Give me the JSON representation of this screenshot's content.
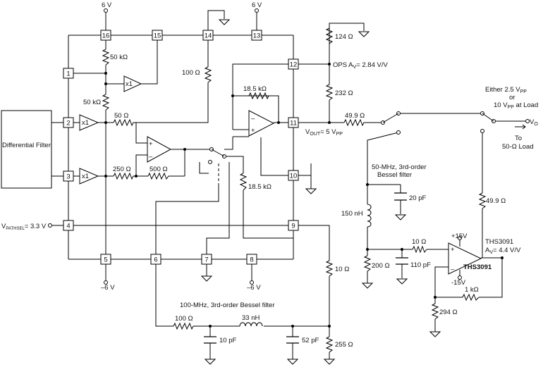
{
  "supply": {
    "top_left": "6 V",
    "top_right": "6 V",
    "bottom_left": "–6 V",
    "bottom_right": "–6 V"
  },
  "pins": [
    "1",
    "2",
    "3",
    "4",
    "5",
    "6",
    "7",
    "8",
    "9",
    "10",
    "11",
    "12",
    "13",
    "14",
    "15",
    "16"
  ],
  "blocks": {
    "differential_filter": "Differential Filter",
    "buf1": "x1",
    "buf2": "x1",
    "buf3": "x1"
  },
  "resistors": {
    "r50k_a": "50 kΩ",
    "r50k_b": "50 kΩ",
    "r100": "100 Ω",
    "r50": "50 Ω",
    "r250": "250 Ω",
    "r500": "500 Ω",
    "r18k5_a": "18.5 kΩ",
    "r18k5_b": "18.5 kΩ",
    "r124": "124 Ω",
    "r232": "232 Ω",
    "r49_9_a": "49.9 Ω",
    "r49_9_b": "49.9 Ω",
    "r10_a": "10 Ω",
    "r200": "200 Ω",
    "r1k": "1 kΩ",
    "r294": "294 Ω",
    "r10_b": "10 Ω",
    "r255": "255 Ω",
    "r100_b": "100 Ω"
  },
  "capacitors": {
    "c20p": "20 pF",
    "c110p": "110 pF",
    "c10p": "10 pF",
    "c52p": "52 pF"
  },
  "inductors": {
    "l150n": "150 nH",
    "l33n": "33 nH"
  },
  "labels": {
    "ops_gain": "OPS A",
    "ops_gain_sub": "V",
    "ops_gain_val": "= 2.84 V/V",
    "vout": "V",
    "vout_sub": "OUT",
    "vout_val": "= 5 V",
    "vout_sub2": "PP",
    "vpathsel": "V",
    "vpathsel_sub": "PATHSEL",
    "vpathsel_val": "= 3.3 V",
    "either": "Either 2.5 V",
    "either_sub": "PP",
    "or": "or",
    "ten_v": "10 V",
    "ten_v_sub": "PP",
    "at_load": "at Load",
    "vo": "V",
    "vo_sub": "O",
    "to": "To",
    "load": "50-Ω Load",
    "filt50_line1": "50-MHz, 3rd-order",
    "filt50_line2": "Bessel filter",
    "filt100": "100-MHz, 3rd-order Bessel filter",
    "ths_title": "THS3091",
    "ths_gain": "A",
    "ths_gain_sub": "V",
    "ths_gain_val": "= 4.4 V/V",
    "ths_part": "THS3091",
    "p15": "+15V",
    "n15": "-15V"
  }
}
